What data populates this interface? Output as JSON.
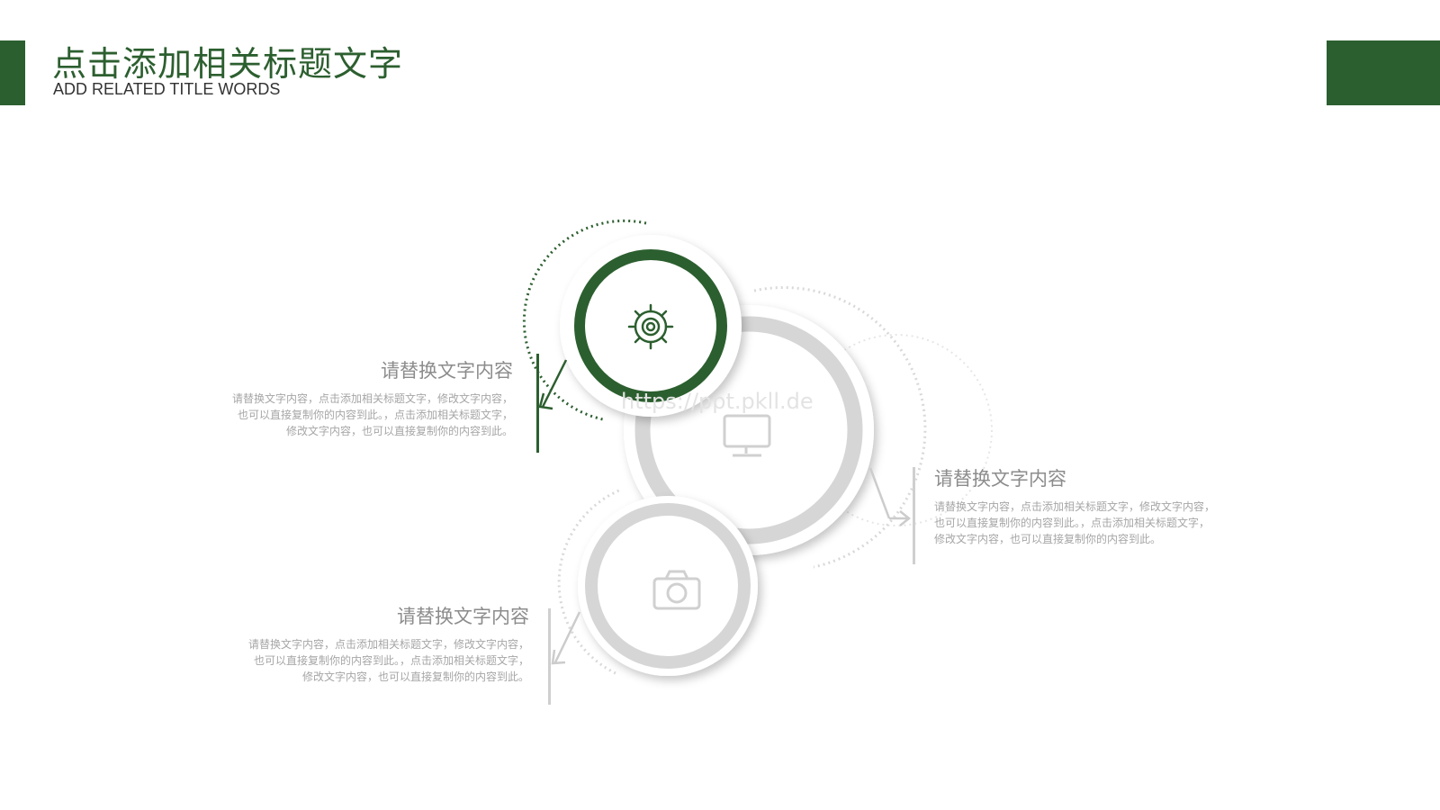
{
  "header": {
    "title": "点击添加相关标题文字",
    "subtitle": "ADD RELATED TITLE WORDS"
  },
  "colors": {
    "accent": "#2c5f2f",
    "muted_ring": "#d6d6d6",
    "text_gray": "#8c8c8c",
    "body_gray": "#a6a6a6"
  },
  "circles": [
    {
      "icon": "gear-icon",
      "state": "highlighted"
    },
    {
      "icon": "monitor-icon",
      "state": "muted"
    },
    {
      "icon": "camera-icon",
      "state": "muted"
    }
  ],
  "blocks": [
    {
      "heading": "请替换文字内容",
      "lines": [
        "请替换文字内容，点击添加相关标题文字，修改文字内容，",
        "也可以直接复制你的内容到此。，点击添加相关标题文字，",
        "修改文字内容，也可以直接复制你的内容到此。"
      ]
    },
    {
      "heading": "请替换文字内容",
      "lines": [
        "请替换文字内容，点击添加相关标题文字，修改文字内容，",
        "也可以直接复制你的内容到此。，点击添加相关标题文字，",
        "修改文字内容，也可以直接复制你的内容到此。"
      ]
    },
    {
      "heading": "请替换文字内容",
      "lines": [
        "请替换文字内容，点击添加相关标题文字，修改文字内容，",
        "也可以直接复制你的内容到此。，点击添加相关标题文字，",
        "修改文字内容，也可以直接复制你的内容到此。"
      ]
    }
  ],
  "watermark": "https://ppt.pkll.de"
}
